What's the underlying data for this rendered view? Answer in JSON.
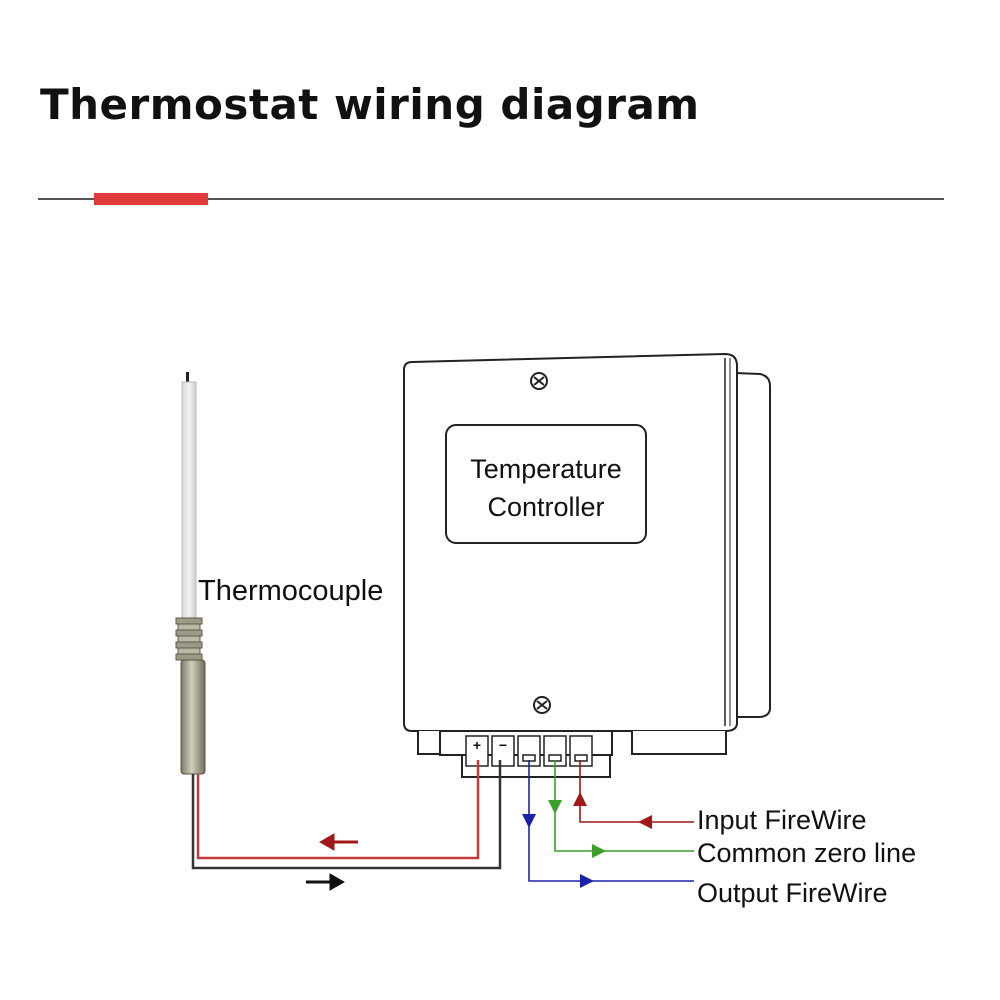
{
  "title": "Thermostat wiring diagram",
  "accent_color": "#e03a3a",
  "device": {
    "label_line1": "Temperature",
    "label_line2": "Controller",
    "terminal_plus": "+",
    "terminal_minus": "−"
  },
  "sensor": {
    "label": "Thermocouple"
  },
  "wires": {
    "input": {
      "label": "Input FireWire",
      "color": "#a01818"
    },
    "common": {
      "label": "Common zero line",
      "color": "#3aa02a"
    },
    "output": {
      "label": "Output FireWire",
      "color": "#1a22a8"
    },
    "sensor_positive": {
      "color": "#c23a3a"
    },
    "sensor_negative": {
      "color": "#333333"
    }
  }
}
